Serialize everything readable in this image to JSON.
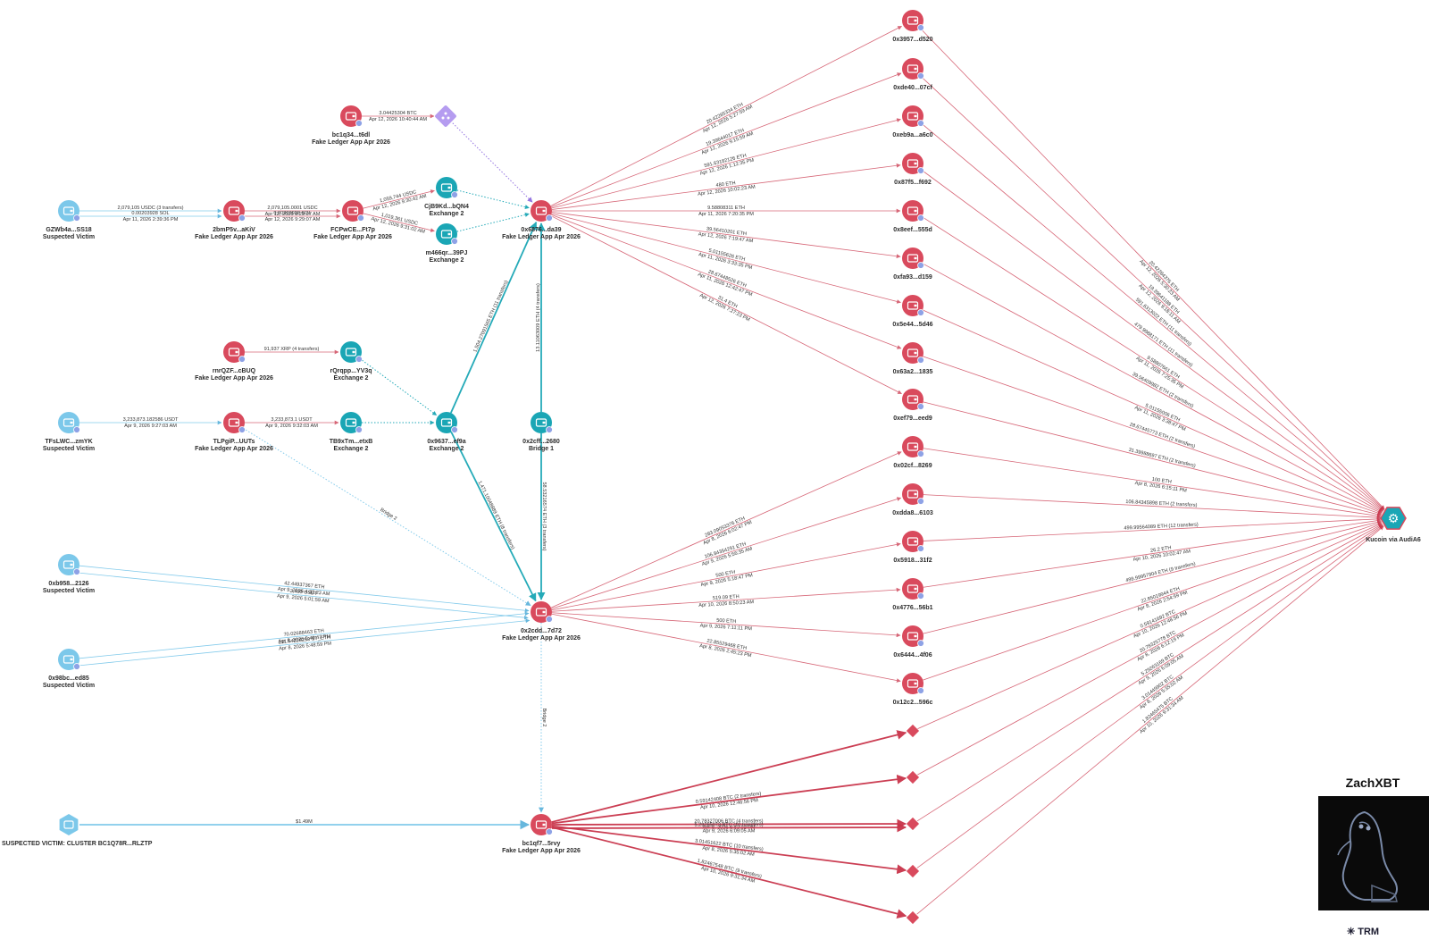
{
  "colors": {
    "fake": "#d94a5d",
    "victim": "#7cc8ea",
    "exchange": "#1aa6b5",
    "bridge": "#8f6ee0",
    "edge_red": "#c9344a",
    "edge_blue": "#7cc8ea",
    "edge_teal": "#1aa6b5"
  },
  "nodes": [
    {
      "id": "gzwb",
      "label": "GZWb4a...SS18",
      "sub": "Suspected Victim",
      "type": "victim",
      "icon": "wallet-icon"
    },
    {
      "id": "2bmp",
      "label": "2bmP5v...aKiV",
      "sub": "Fake Ledger App Apr 2026",
      "type": "fake",
      "icon": "wallet-icon"
    },
    {
      "id": "fcpw",
      "label": "FCPwCE...Ft7p",
      "sub": "Fake Ledger App Apr 2026",
      "type": "fake",
      "icon": "wallet-icon"
    },
    {
      "id": "cj89",
      "label": "CjB9Kd...bQN4",
      "sub": "Exchange 2",
      "type": "exchange",
      "icon": "wallet-icon"
    },
    {
      "id": "m466",
      "label": "m466qr...39PJ",
      "sub": "Exchange 2",
      "type": "exchange",
      "icon": "wallet-icon"
    },
    {
      "id": "bc1q34",
      "label": "bc1q34...t6dl",
      "sub": "Fake Ledger App Apr 2026",
      "type": "fake",
      "icon": "wallet-icon"
    },
    {
      "id": "swap",
      "label": "",
      "sub": "",
      "type": "bridge",
      "icon": "swap-diamond-icon"
    },
    {
      "id": "0x6876",
      "label": "0x6876...da39",
      "sub": "Fake Ledger App Apr 2026",
      "type": "fake",
      "icon": "wallet-icon"
    },
    {
      "id": "rnrq",
      "label": "rnrQZF...cBUQ",
      "sub": "Fake Ledger App Apr 2026",
      "type": "fake",
      "icon": "wallet-icon"
    },
    {
      "id": "rqrq",
      "label": "rQrqpp...YV3q",
      "sub": "Exchange 2",
      "type": "exchange",
      "icon": "wallet-icon"
    },
    {
      "id": "tfsl",
      "label": "TFsLWC...zmYK",
      "sub": "Suspected Victim",
      "type": "victim",
      "icon": "wallet-icon"
    },
    {
      "id": "tlpg",
      "label": "TLPgiP...UUTs",
      "sub": "Fake Ledger App Apr 2026",
      "type": "fake",
      "icon": "wallet-icon"
    },
    {
      "id": "tb9x",
      "label": "TB9xTm...etxB",
      "sub": "Exchange 2",
      "type": "exchange",
      "icon": "wallet-icon"
    },
    {
      "id": "0x9637",
      "label": "0x9637...ef9a",
      "sub": "Exchange 2",
      "type": "exchange",
      "icon": "wallet-icon"
    },
    {
      "id": "0x2cff",
      "label": "0x2cff...2680",
      "sub": "Bridge 1",
      "type": "exchange",
      "icon": "wallet-icon"
    },
    {
      "id": "0xb958",
      "label": "0xb958...2126",
      "sub": "Suspected Victim",
      "type": "victim",
      "icon": "wallet-icon"
    },
    {
      "id": "0x98bc",
      "label": "0x98bc...ed85",
      "sub": "Suspected Victim",
      "type": "victim",
      "icon": "wallet-icon"
    },
    {
      "id": "0x2cdd",
      "label": "0x2cdd...7d72",
      "sub": "Fake Ledger App Apr 2026",
      "type": "fake",
      "icon": "wallet-icon"
    },
    {
      "id": "cluster",
      "label": "SUSPECTED VICTIM: CLUSTER BC1Q78R...RLZTP",
      "sub": "",
      "type": "victim",
      "icon": "cluster-icon"
    },
    {
      "id": "bc1qf7",
      "label": "bc1qf7...5rvy",
      "sub": "Fake Ledger App Apr 2026",
      "type": "fake",
      "icon": "wallet-icon"
    },
    {
      "id": "r1",
      "label": "0x3957...d520",
      "sub": "",
      "type": "fake",
      "icon": "wallet-icon"
    },
    {
      "id": "r2",
      "label": "0xde40...07cf",
      "sub": "",
      "type": "fake",
      "icon": "wallet-icon"
    },
    {
      "id": "r3",
      "label": "0xeb9a...a6c0",
      "sub": "",
      "type": "fake",
      "icon": "wallet-icon"
    },
    {
      "id": "r4",
      "label": "0x87f5...f692",
      "sub": "",
      "type": "fake",
      "icon": "wallet-icon"
    },
    {
      "id": "r5",
      "label": "0x8eef...555d",
      "sub": "",
      "type": "fake",
      "icon": "wallet-icon"
    },
    {
      "id": "r6",
      "label": "0xfa93...d159",
      "sub": "",
      "type": "fake",
      "icon": "wallet-icon"
    },
    {
      "id": "r7",
      "label": "0x5e44...5d46",
      "sub": "",
      "type": "fake",
      "icon": "wallet-icon"
    },
    {
      "id": "r8",
      "label": "0x63a2...1835",
      "sub": "",
      "type": "fake",
      "icon": "wallet-icon"
    },
    {
      "id": "r9",
      "label": "0xef79...eed9",
      "sub": "",
      "type": "fake",
      "icon": "wallet-icon"
    },
    {
      "id": "r10",
      "label": "0x02cf...8269",
      "sub": "",
      "type": "fake",
      "icon": "wallet-icon"
    },
    {
      "id": "r11",
      "label": "0xdda8...6103",
      "sub": "",
      "type": "fake",
      "icon": "wallet-icon"
    },
    {
      "id": "r12",
      "label": "0x5918...31f2",
      "sub": "",
      "type": "fake",
      "icon": "wallet-icon"
    },
    {
      "id": "r13",
      "label": "0x4776...56b1",
      "sub": "",
      "type": "fake",
      "icon": "wallet-icon"
    },
    {
      "id": "r14",
      "label": "0x6444...4f06",
      "sub": "",
      "type": "fake",
      "icon": "wallet-icon"
    },
    {
      "id": "r15",
      "label": "0x12c2...596c",
      "sub": "",
      "type": "fake",
      "icon": "wallet-icon"
    },
    {
      "id": "d1",
      "label": "",
      "sub": "",
      "type": "fake",
      "icon": "diamond-icon"
    },
    {
      "id": "d2",
      "label": "",
      "sub": "",
      "type": "fake",
      "icon": "diamond-icon"
    },
    {
      "id": "d3",
      "label": "",
      "sub": "",
      "type": "fake",
      "icon": "diamond-icon"
    },
    {
      "id": "d4",
      "label": "",
      "sub": "",
      "type": "fake",
      "icon": "diamond-icon"
    },
    {
      "id": "d5",
      "label": "",
      "sub": "",
      "type": "fake",
      "icon": "diamond-icon"
    },
    {
      "id": "kucoin",
      "label": "Kucoin via AudiA6",
      "sub": "",
      "type": "exchange",
      "icon": "gear-icon"
    }
  ],
  "edges": [
    {
      "from": "gzwb",
      "to": "2bmp",
      "color": "edge_blue",
      "lines": [
        "2,079,105 USDC (3 transfers)"
      ],
      "style": "solid"
    },
    {
      "from": "gzwb",
      "to": "2bmp",
      "color": "edge_blue",
      "lines": [
        "0.00203928 SOL",
        "Apr 11, 2026 2:39:36 PM"
      ],
      "style": "solid",
      "offset": 6
    },
    {
      "from": "2bmp",
      "to": "fcpw",
      "color": "edge_red",
      "lines": [
        "2,079,105.0001 USDC",
        "Apr 12, 2026 9:29:07 AM"
      ],
      "style": "solid"
    },
    {
      "from": "2bmp",
      "to": "fcpw",
      "color": "edge_red",
      "lines": [
        "0.00203928 SOL",
        "Apr 12, 2026 9:29:07 AM"
      ],
      "style": "solid",
      "offset": 6
    },
    {
      "from": "fcpw",
      "to": "cj89",
      "color": "edge_red",
      "lines": [
        "1,059,744 USDC",
        "Apr 12, 2026 9:30:42 AM"
      ],
      "style": "solid"
    },
    {
      "from": "fcpw",
      "to": "m466",
      "color": "edge_red",
      "lines": [
        "1,019,361 USDC",
        "Apr 12, 2026 9:31:02 AM"
      ],
      "style": "solid"
    },
    {
      "from": "cj89",
      "to": "0x6876",
      "color": "edge_teal",
      "lines": [],
      "style": "dotted"
    },
    {
      "from": "m466",
      "to": "0x6876",
      "color": "edge_teal",
      "lines": [],
      "style": "dotted"
    },
    {
      "from": "bc1q34",
      "to": "swap",
      "color": "edge_red",
      "lines": [
        "3.04425304 BTC",
        "Apr 12, 2026 10:40:44 AM"
      ],
      "style": "solid"
    },
    {
      "from": "swap",
      "to": "0x6876",
      "color": "bridge",
      "lines": [],
      "style": "dotted"
    },
    {
      "from": "rnrq",
      "to": "rqrq",
      "color": "edge_red",
      "lines": [
        "91,937 XRP (4 transfers)"
      ],
      "style": "solid"
    },
    {
      "from": "rqrq",
      "to": "0x9637",
      "color": "edge_teal",
      "lines": [],
      "style": "dotted"
    },
    {
      "from": "tfsl",
      "to": "tlpg",
      "color": "edge_blue",
      "lines": [
        "3,233,873.182586 USDT",
        "Apr 9, 2026 9:27:03 AM"
      ],
      "style": "solid"
    },
    {
      "from": "tlpg",
      "to": "tb9x",
      "color": "edge_red",
      "lines": [
        "3,233,873.1 USDT",
        "Apr 9, 2026 9:32:03 AM"
      ],
      "style": "solid"
    },
    {
      "from": "tb9x",
      "to": "0x9637",
      "color": "edge_teal",
      "lines": [],
      "style": "dotted"
    },
    {
      "from": "tlpg",
      "to": "0x2cdd",
      "color": "edge_blue",
      "lines": [
        "Bridge 2"
      ],
      "style": "dotted"
    },
    {
      "from": "0x9637",
      "to": "0x6876",
      "color": "edge_teal",
      "lines": [
        "1,504.27091565 ETH (11 transfers)"
      ],
      "style": "thick"
    },
    {
      "from": "0x9637",
      "to": "0x2cdd",
      "color": "edge_teal",
      "lines": [
        "1,471.10048889 ETH (8 transfers)"
      ],
      "style": "thick"
    },
    {
      "from": "0x2cff",
      "to": "0x6876",
      "color": "edge_teal",
      "lines": [
        "13.11063009 ETH (4 transfers)"
      ],
      "style": "thick"
    },
    {
      "from": "0x2cff",
      "to": "0x2cdd",
      "color": "edge_teal",
      "lines": [
        "58.53216574 ETH (3 transfers)"
      ],
      "style": "thick"
    },
    {
      "from": "0xb958",
      "to": "0x2cdd",
      "color": "edge_blue",
      "lines": [
        "42.44937367 ETH",
        "Apr 9, 2026 4:32:23 AM"
      ],
      "style": "solid"
    },
    {
      "from": "0xb958",
      "to": "0x2cdd",
      "color": "edge_blue",
      "lines": [
        "3,400 USDT",
        "Apr 9, 2026 5:01:59 AM"
      ],
      "style": "solid",
      "offset": 8
    },
    {
      "from": "0x98bc",
      "to": "0x2cdd",
      "color": "edge_blue",
      "lines": [
        "70.02688463 ETH",
        "Apr 8, 2026 5:49:47 PM"
      ],
      "style": "solid"
    },
    {
      "from": "0x98bc",
      "to": "0x2cdd",
      "color": "edge_blue",
      "lines": [
        "211.54226253 ST_ETH",
        "Apr 8, 2026 5:48:59 PM"
      ],
      "style": "solid",
      "offset": 8
    },
    {
      "from": "0x2cdd",
      "to": "bc1qf7",
      "color": "edge_blue",
      "lines": [
        "Bridge 2"
      ],
      "style": "dotted"
    },
    {
      "from": "cluster",
      "to": "bc1qf7",
      "color": "edge_blue",
      "lines": [
        "$1.49M"
      ],
      "style": "thick"
    },
    {
      "from": "0x6876",
      "to": "r1",
      "color": "edge_red",
      "lines": [
        "20.42285334 ETH",
        "Apr 12, 2026 5:27:59 AM"
      ],
      "style": "solid"
    },
    {
      "from": "0x6876",
      "to": "r2",
      "color": "edge_red",
      "lines": [
        "19.39644017 ETH",
        "Apr 12, 2026 9:15:59 AM"
      ],
      "style": "solid"
    },
    {
      "from": "0x6876",
      "to": "r3",
      "color": "edge_red",
      "lines": [
        "591.63182126 ETH",
        "Apr 12, 2026 1:12:35 PM"
      ],
      "style": "solid"
    },
    {
      "from": "0x6876",
      "to": "r4",
      "color": "edge_red",
      "lines": [
        "480 ETH",
        "Apr 12, 2026 10:02:23 AM"
      ],
      "style": "solid"
    },
    {
      "from": "0x6876",
      "to": "r5",
      "color": "edge_red",
      "lines": [
        "9.58808311 ETH",
        "Apr 11, 2026 7:20:35 PM"
      ],
      "style": "solid"
    },
    {
      "from": "0x6876",
      "to": "r6",
      "color": "edge_red",
      "lines": [
        "39.56410201 ETH",
        "Apr 12, 2026 7:19:47 AM"
      ],
      "style": "solid"
    },
    {
      "from": "0x6876",
      "to": "r7",
      "color": "edge_red",
      "lines": [
        "5.01155626 ETH",
        "Apr 11, 2026 3:33:35 PM"
      ],
      "style": "solid"
    },
    {
      "from": "0x6876",
      "to": "r8",
      "color": "edge_red",
      "lines": [
        "28.67448526 ETH",
        "Apr 11, 2026 12:42:47 PM"
      ],
      "style": "solid"
    },
    {
      "from": "0x6876",
      "to": "r9",
      "color": "edge_red",
      "lines": [
        "31.4 ETH",
        "Apr 12, 2026 7:27:23 PM"
      ],
      "style": "solid"
    },
    {
      "from": "0x2cdd",
      "to": "r10",
      "color": "edge_red",
      "lines": [
        "283.09053376 ETH",
        "Apr 8, 2026 6:02:47 PM"
      ],
      "style": "solid"
    },
    {
      "from": "0x2cdd",
      "to": "r11",
      "color": "edge_red",
      "lines": [
        "106.84354291 ETH",
        "Apr 9, 2026 5:56:35 AM"
      ],
      "style": "solid"
    },
    {
      "from": "0x2cdd",
      "to": "r12",
      "color": "edge_red",
      "lines": [
        "500 ETH",
        "Apr 9, 2026 5:18:47 PM"
      ],
      "style": "solid"
    },
    {
      "from": "0x2cdd",
      "to": "r13",
      "color": "edge_red",
      "lines": [
        "519.09 ETH",
        "Apr 10, 2026 8:50:23 AM"
      ],
      "style": "solid"
    },
    {
      "from": "0x2cdd",
      "to": "r14",
      "color": "edge_red",
      "lines": [
        "500 ETH",
        "Apr 9, 2026 7:11:11 PM"
      ],
      "style": "solid"
    },
    {
      "from": "0x2cdd",
      "to": "r15",
      "color": "edge_red",
      "lines": [
        "22.85529468 ETH",
        "Apr 8, 2026 2:45:23 PM"
      ],
      "style": "solid"
    },
    {
      "from": "bc1qf7",
      "to": "d1",
      "color": "edge_red",
      "lines": [],
      "style": "thick"
    },
    {
      "from": "bc1qf7",
      "to": "d2",
      "color": "edge_red",
      "lines": [
        "0.59142408 BTC (2 transfers)",
        "Apr 10, 2026 12:46:56 PM"
      ],
      "style": "thick"
    },
    {
      "from": "bc1qf7",
      "to": "d3",
      "color": "edge_red",
      "lines": [
        "20.78327006 BTC (4 transfers)",
        "Apr 8, 2026 6:12:19 PM"
      ],
      "style": "thick"
    },
    {
      "from": "bc1qf7",
      "to": "d3",
      "color": "edge_red",
      "lines": [
        "5.29265073 BTC (10 transfers)",
        "Apr 9, 2026 6:09:05 AM"
      ],
      "style": "thick",
      "offset": 4
    },
    {
      "from": "bc1qf7",
      "to": "d4",
      "color": "edge_red",
      "lines": [
        "3.01451622 BTC (10 transfers)",
        "Apr 8, 2026 5:35:02 AM"
      ],
      "style": "thick"
    },
    {
      "from": "bc1qf7",
      "to": "d5",
      "color": "edge_red",
      "lines": [
        "1.82467548 BTC (9 transfers)",
        "Apr 10, 2026 9:31:34 AM"
      ],
      "style": "thick"
    },
    {
      "from": "r1",
      "to": "kucoin",
      "color": "edge_red",
      "lines": [
        "20.42284376 ETH",
        "Apr 12, 2026 5:30:23 AM"
      ],
      "style": "solid"
    },
    {
      "from": "r2",
      "to": "kucoin",
      "color": "edge_red",
      "lines": [
        "19.39641188 ETH",
        "Apr 12, 2026 9:18:11 AM"
      ],
      "style": "solid"
    },
    {
      "from": "r3",
      "to": "kucoin",
      "color": "edge_red",
      "lines": [
        "591.6313022 ETH (11 transfers)"
      ],
      "style": "solid"
    },
    {
      "from": "r4",
      "to": "kucoin",
      "color": "edge_red",
      "lines": [
        "479.9988171 ETH (11 transfers)"
      ],
      "style": "solid"
    },
    {
      "from": "r5",
      "to": "kucoin",
      "color": "edge_red",
      "lines": [
        "9.58807661 ETH",
        "Apr 11, 2026 7:25:35 PM"
      ],
      "style": "solid"
    },
    {
      "from": "r6",
      "to": "kucoin",
      "color": "edge_red",
      "lines": [
        "39.56409982 ETH (2 transfers)"
      ],
      "style": "solid"
    },
    {
      "from": "r7",
      "to": "kucoin",
      "color": "edge_red",
      "lines": [
        "5.01155006 ETH",
        "Apr 11, 2026 3:38:47 PM"
      ],
      "style": "solid"
    },
    {
      "from": "r8",
      "to": "kucoin",
      "color": "edge_red",
      "lines": [
        "28.67445773 ETH (2 transfers)"
      ],
      "style": "solid"
    },
    {
      "from": "r9",
      "to": "kucoin",
      "color": "edge_red",
      "lines": [
        "31.39988697 ETH (2 transfers)"
      ],
      "style": "solid"
    },
    {
      "from": "r10",
      "to": "kucoin",
      "color": "edge_red",
      "lines": [
        "100 ETH",
        "Apr 8, 2026 6:15:11 PM"
      ],
      "style": "solid"
    },
    {
      "from": "r11",
      "to": "kucoin",
      "color": "edge_red",
      "lines": [
        "106.84345898 ETH (2 transfers)"
      ],
      "style": "solid"
    },
    {
      "from": "r12",
      "to": "kucoin",
      "color": "edge_red",
      "lines": [
        "499.99564089 ETH (12 transfers)"
      ],
      "style": "solid"
    },
    {
      "from": "r13",
      "to": "kucoin",
      "color": "edge_red",
      "lines": [
        "26.2 ETH",
        "Apr 10, 2026 10:02:47 AM"
      ],
      "style": "solid"
    },
    {
      "from": "r14",
      "to": "kucoin",
      "color": "edge_red",
      "lines": [
        "499.99957904 ETH (9 transfers)"
      ],
      "style": "solid"
    },
    {
      "from": "r15",
      "to": "kucoin",
      "color": "edge_red",
      "lines": [
        "22.85019944 ETH",
        "Apr 8, 2026 2:54:59 PM"
      ],
      "style": "solid"
    },
    {
      "from": "d1",
      "to": "kucoin",
      "color": "edge_red",
      "lines": [
        "0.59141692 BTC",
        "Apr 10, 2026 12:48:56 PM"
      ],
      "style": "solid"
    },
    {
      "from": "d2",
      "to": "kucoin",
      "color": "edge_red",
      "lines": [
        "20.78325778 BTC",
        "Apr 8, 2026 6:12:19 PM"
      ],
      "style": "solid"
    },
    {
      "from": "d3",
      "to": "kucoin",
      "color": "edge_red",
      "lines": [
        "5.29263169 BTC",
        "Apr 9, 2026 6:09:05 AM"
      ],
      "style": "solid"
    },
    {
      "from": "d4",
      "to": "kucoin",
      "color": "edge_red",
      "lines": [
        "3.01449902 BTC",
        "Apr 8, 2026 5:35:02 AM"
      ],
      "style": "solid"
    },
    {
      "from": "d5",
      "to": "kucoin",
      "color": "edge_red",
      "lines": [
        "1.82465475 BTC",
        "Apr 10, 2026 9:31:34 AM"
      ],
      "style": "solid"
    }
  ],
  "brand": {
    "name": "ZachXBT",
    "avatar_icon": "penguin-avatar-icon",
    "footer": "TRM",
    "footer_icon": "trm-logo-icon"
  }
}
